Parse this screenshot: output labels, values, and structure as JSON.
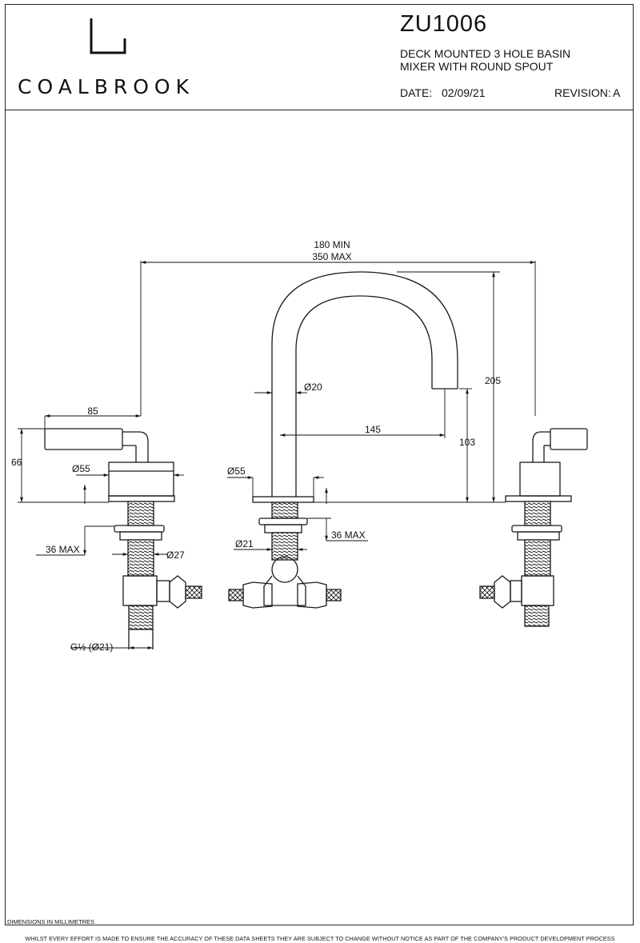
{
  "header": {
    "brand": "COALBROOK",
    "code": "ZU1006",
    "description_line1": "DECK MOUNTED 3 HOLE BASIN",
    "description_line2": "MIXER WITH ROUND SPOUT",
    "date_label": "DATE:",
    "date_value": "02/09/21",
    "revision_label": "REVISION:",
    "revision_value": "A"
  },
  "dimensions": {
    "span_min": "180 MIN",
    "span_max": "350 MAX",
    "handle_reach": "85",
    "handle_height": "66",
    "handle_base_dia": "Ø55",
    "left_max_deck": "36 MAX",
    "shank_dia": "Ø27",
    "inlet_thread": "G½ (Ø21)",
    "spout_tube_dia": "Ø20",
    "spout_reach": "145",
    "spout_outlet_height": "103",
    "overall_height": "205",
    "spout_base_dia": "Ø55",
    "spout_max_deck": "36 MAX",
    "spout_shank_dia": "Ø21"
  },
  "footer": {
    "units_note": "DIMENSIONS IN  MILLIMETRES",
    "disclaimer": "WHILST EVERY EFFORT IS MADE TO ENSURE THE ACCURACY OF THESE DATA SHEETS THEY ARE SUBJECT TO CHANGE WITHOUT NOTICE AS PART OF THE COMPANY'S PRODUCT DEVELOPMENT PROCESS"
  }
}
